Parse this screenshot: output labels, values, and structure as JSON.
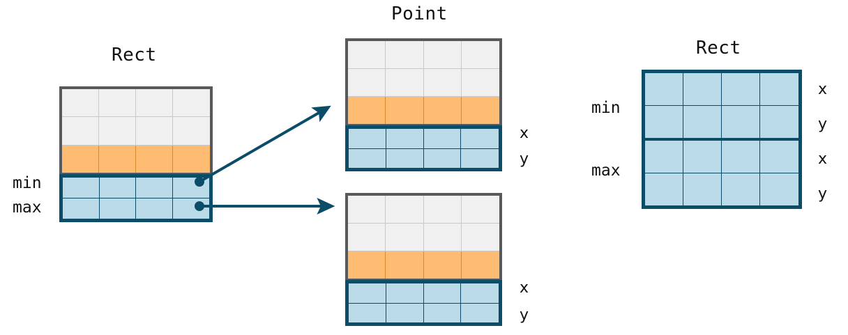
{
  "diagram": {
    "title_font_note": "monospace",
    "colors": {
      "gray_border": "#58595B",
      "gray_fill": "#F0F0F0",
      "gray_gridline": "#C9C9C9",
      "orange_fill": "#FDBC72",
      "orange_gridline": "#D98A2B",
      "blue_fill": "#BBDAE8",
      "teal_border": "#0B4D68",
      "text": "#111111",
      "background": "#FFFFFF"
    },
    "left_rect": {
      "title": "Rect",
      "row_labels": [
        "min",
        "max"
      ],
      "columns": 4,
      "rows": [
        {
          "kind": "gray"
        },
        {
          "kind": "gray"
        },
        {
          "kind": "orange"
        },
        {
          "kind": "blue",
          "label": "min"
        },
        {
          "kind": "blue",
          "label": "max"
        }
      ]
    },
    "point_top": {
      "title": "Point",
      "columns": 4,
      "rows": [
        {
          "kind": "gray"
        },
        {
          "kind": "gray"
        },
        {
          "kind": "orange"
        },
        {
          "kind": "blue",
          "label": "x"
        },
        {
          "kind": "blue",
          "label": "y"
        }
      ],
      "axis_labels": [
        "x",
        "y"
      ]
    },
    "point_bottom": {
      "title": "",
      "columns": 4,
      "rows": [
        {
          "kind": "gray"
        },
        {
          "kind": "gray"
        },
        {
          "kind": "orange"
        },
        {
          "kind": "blue",
          "label": "x"
        },
        {
          "kind": "blue",
          "label": "y"
        }
      ],
      "axis_labels": [
        "x",
        "y"
      ]
    },
    "right_rect": {
      "title": "Rect",
      "columns": 4,
      "group_labels": [
        "min",
        "max"
      ],
      "axis_labels": [
        "x",
        "y",
        "x",
        "y"
      ],
      "rows": [
        {
          "kind": "blue",
          "group": "min",
          "label": "x"
        },
        {
          "kind": "blue",
          "group": "min",
          "label": "y"
        },
        {
          "kind": "blue",
          "group": "max",
          "label": "x"
        },
        {
          "kind": "blue",
          "group": "max",
          "label": "y"
        }
      ]
    },
    "connectors": [
      {
        "name": "min-to-point-top",
        "from": "left-rect-min-row",
        "to": "point-top-box"
      },
      {
        "name": "max-to-point-bottom",
        "from": "left-rect-max-row",
        "to": "point-bottom-box"
      }
    ]
  }
}
